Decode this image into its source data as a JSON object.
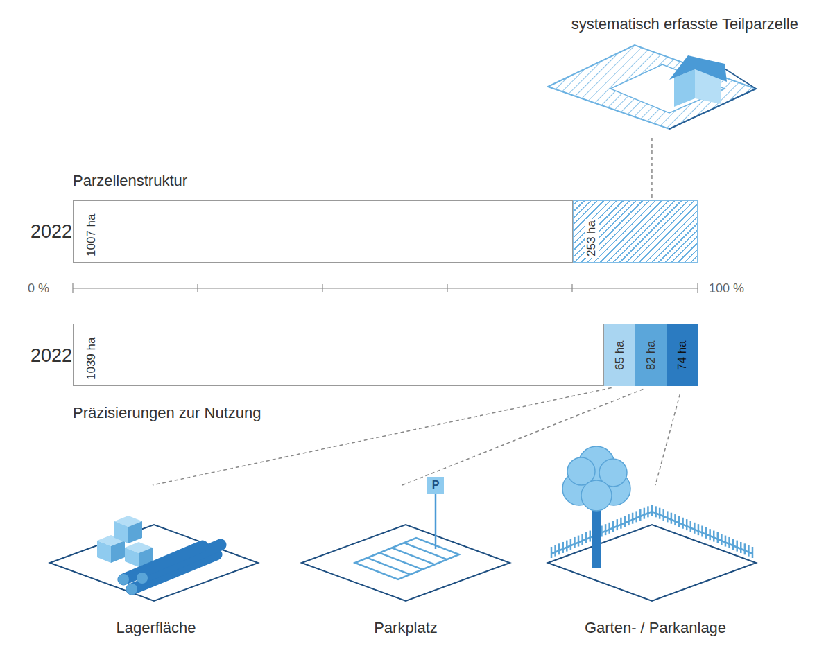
{
  "diagram": {
    "nodes": [
      {
        "text": [
          "systematisch erfasste Teilparzelle"
        ]
      },
      {
        "text": [
          "1007 ha"
        ]
      },
      {
        "text": [
          "253 ha"
        ]
      },
      {
        "text": [
          "1039 ha"
        ]
      },
      {
        "text": [
          "65 ha"
        ]
      },
      {
        "text": [
          "82 ha"
        ]
      },
      {
        "text": [
          "74 ha"
        ]
      },
      {
        "text": [
          "Lagerfläche"
        ]
      },
      {
        "text": [
          "Parkplatz"
        ]
      },
      {
        "text": [
          "Garten- / Parkanlage"
        ]
      }
    ],
    "edges": [
      {
        "from": 2,
        "to": 0,
        "arrow": "none"
      },
      {
        "from": 4,
        "to": 7,
        "arrow": "none"
      },
      {
        "from": 5,
        "to": 8,
        "arrow": "none"
      },
      {
        "from": 6,
        "to": 9,
        "arrow": "none"
      }
    ],
    "labels": [
      "Parzellenstruktur",
      "2022",
      "0 %",
      "100 %",
      "2022",
      "Präzisierungen zur Nutzung",
      "P"
    ]
  }
}
